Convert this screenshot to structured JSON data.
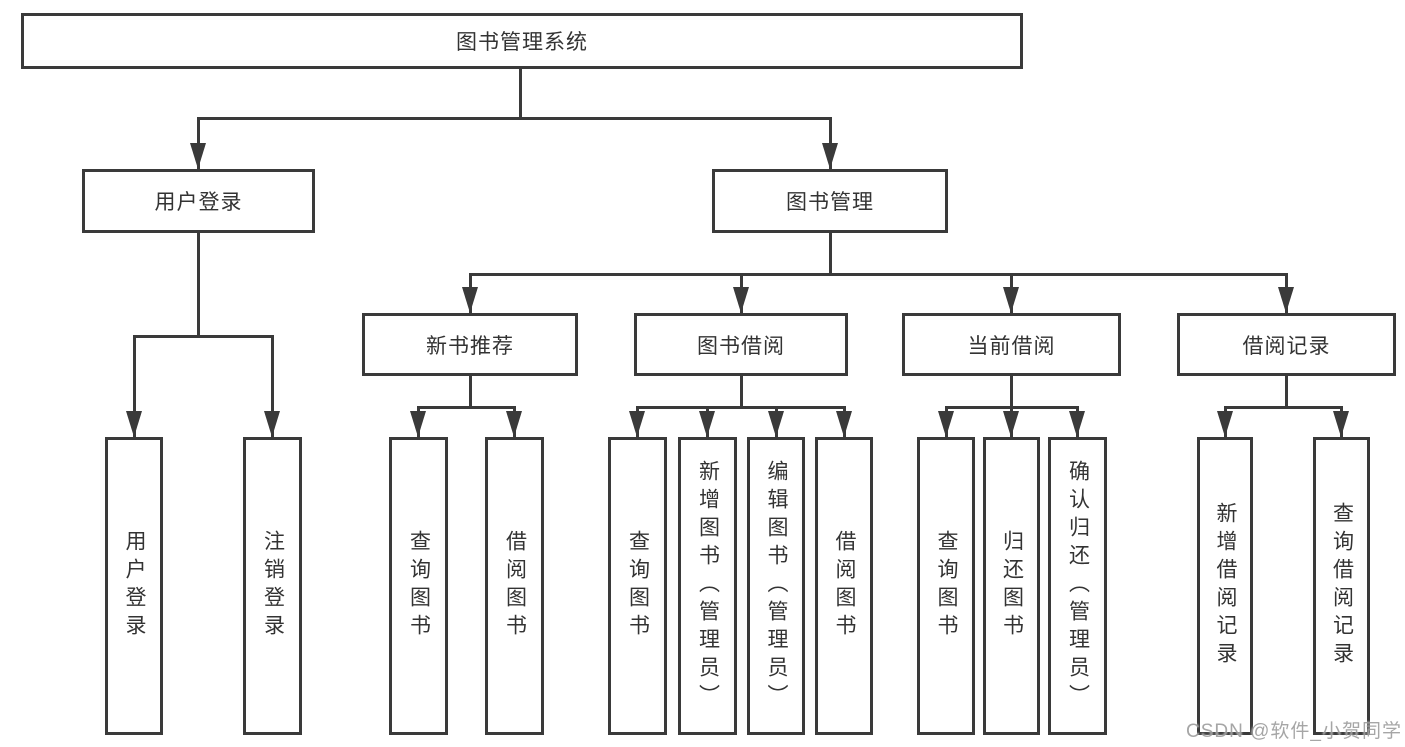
{
  "diagram": {
    "root": {
      "label": "图书管理系统"
    },
    "level2": {
      "user_login": {
        "label": "用户登录"
      },
      "book_mgmt": {
        "label": "图书管理"
      }
    },
    "level3": {
      "new_book_rec": {
        "label": "新书推荐"
      },
      "book_borrow": {
        "label": "图书借阅"
      },
      "current_borrow": {
        "label": "当前借阅"
      },
      "borrow_record": {
        "label": "借阅记录"
      }
    },
    "leaves": {
      "ul_login": {
        "label": "用户登录"
      },
      "ul_logout": {
        "label": "注销登录"
      },
      "nbr_query": {
        "label": "查询图书"
      },
      "nbr_borrow": {
        "label": "借阅图书"
      },
      "bb_query": {
        "label": "查询图书"
      },
      "bb_add": {
        "label": "新增图书（管理员）"
      },
      "bb_edit": {
        "label": "编辑图书（管理员）"
      },
      "bb_borrow": {
        "label": "借阅图书"
      },
      "cb_query": {
        "label": "查询图书"
      },
      "cb_return": {
        "label": "归还图书"
      },
      "cb_confirm": {
        "label": "确认归还（管理员）"
      },
      "br_add": {
        "label": "新增借阅记录"
      },
      "br_query": {
        "label": "查询借阅记录"
      }
    },
    "watermark": "CSDN @软件_小贺同学",
    "colors": {
      "line": "#3a3a3a",
      "text": "#333333",
      "watermark": "#969696"
    }
  }
}
